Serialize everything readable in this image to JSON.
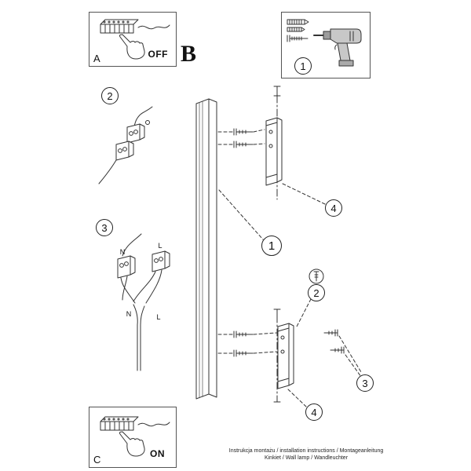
{
  "panel_a": {
    "label": "A",
    "state": "OFF"
  },
  "panel_c": {
    "label": "C",
    "state": "ON"
  },
  "section_b_label": "B",
  "left_callouts": {
    "step2": "2",
    "step3": "3"
  },
  "toolbox": {
    "step": "1"
  },
  "wiring": {
    "n_top": "N",
    "l_top": "L",
    "n_bottom": "N",
    "l_bottom": "L"
  },
  "callouts": {
    "lamp": "1",
    "bracket_top": "4",
    "plugs": "2",
    "screws": "3",
    "bracket_bottom": "4"
  },
  "footer": {
    "line1": "Instrukcja montażu / installation instructions / Montageanleitung",
    "line2": "Kinkiet / Wall lamp / Wandleuchter"
  }
}
